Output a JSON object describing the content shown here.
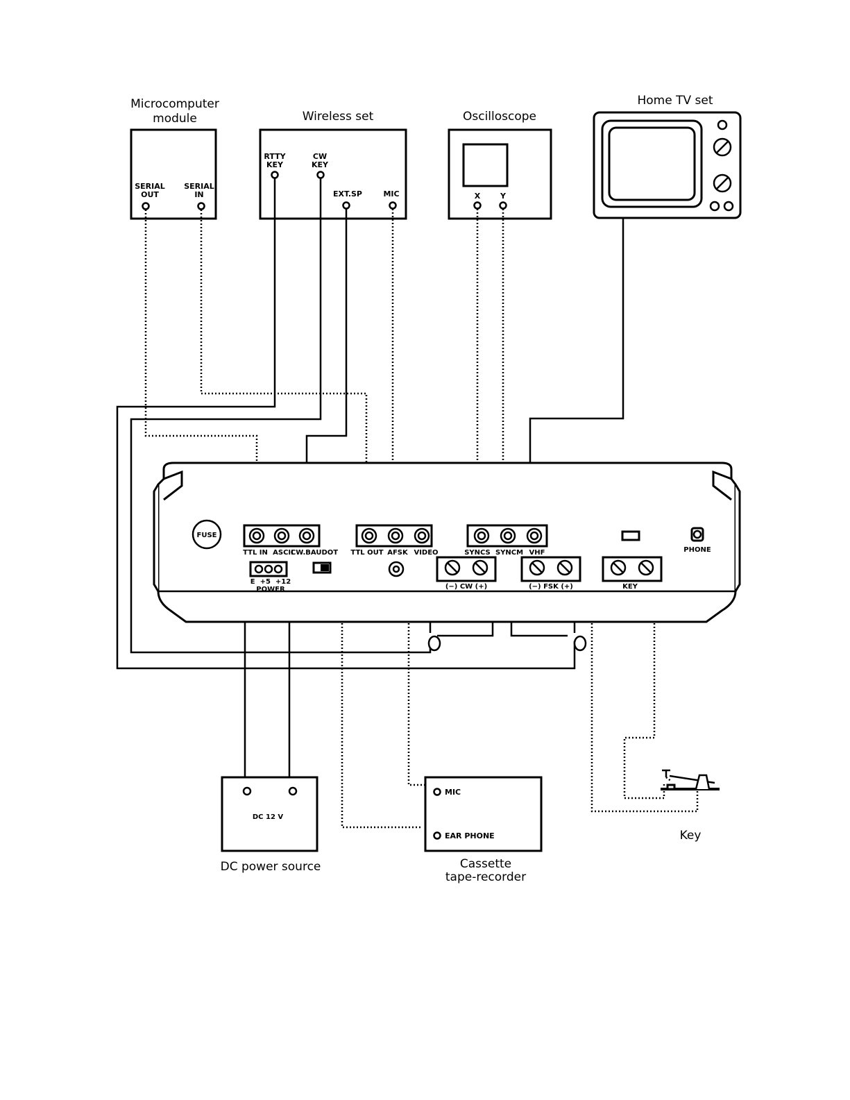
{
  "devices": {
    "micro": {
      "title_line1": "Microcomputer",
      "title_line2": "module",
      "serial_out_1": "SERIAL",
      "serial_out_2": "OUT",
      "serial_in_1": "SERIAL",
      "serial_in_2": "IN"
    },
    "wireless": {
      "title": "Wireless set",
      "rtty_1": "RTTY",
      "rtty_2": "KEY",
      "cw_1": "CW",
      "cw_2": "KEY",
      "ext_sp": "EXT.SP",
      "mic": "MIC"
    },
    "scope": {
      "title": "Oscilloscope",
      "x": "X",
      "y": "Y"
    },
    "tv": {
      "title": "Home TV set"
    },
    "dc": {
      "label": "DC 12 V",
      "caption": "DC power source"
    },
    "cassette": {
      "mic": "MIC",
      "earphone": "EAR PHONE",
      "caption_1": "Cassette",
      "caption_2": "tape-recorder"
    },
    "key": {
      "caption": "Key"
    }
  },
  "main_unit": {
    "fuse": "FUSE",
    "ttl_in": "TTL IN",
    "ascii": "ASCII",
    "cw_baudot": "CW.BAUDOT",
    "power_pins": "E  +5  +12",
    "power": "POWER",
    "ttl_out": "TTL OUT",
    "afsk": "AFSK",
    "video": "VIDEO",
    "syncs": "SYNCS",
    "syncm": "SYNCM",
    "vhf": "VHF",
    "cw_term": "(−) CW (+)",
    "fsk_term": "(−) FSK (+)",
    "key_term": "KEY",
    "phone": "PHONE"
  }
}
